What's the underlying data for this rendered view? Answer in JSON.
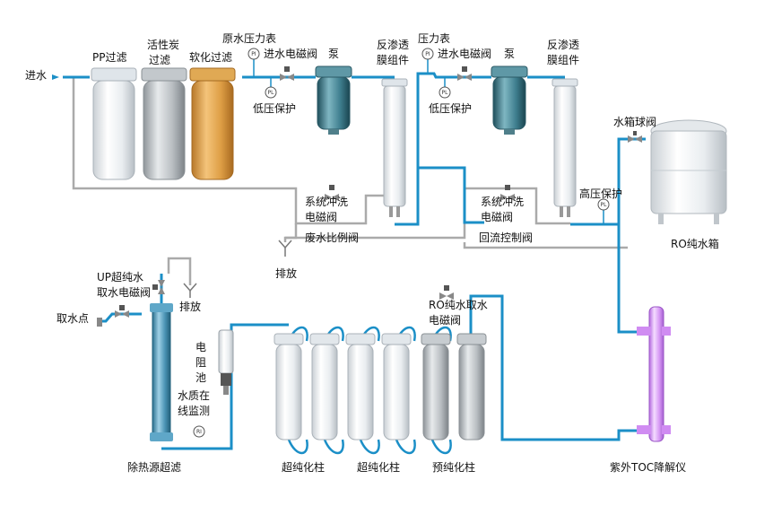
{
  "labels": {
    "inlet": "进水",
    "pp_filter": "PP过滤",
    "carbon_l1": "活性炭",
    "carbon_l2": "过滤",
    "softener": "软化过滤",
    "raw_gauge": "原水压力表",
    "inlet_valve1": "进水电磁阀",
    "pump1": "泵",
    "ro1_l1": "反渗透",
    "ro1_l2": "膜组件",
    "lowp1": "低压保护",
    "gauge2": "压力表",
    "inlet_valve2": "进水电磁阀",
    "pump2": "泵",
    "ro2_l1": "反渗透",
    "ro2_l2": "膜组件",
    "lowp2": "低压保护",
    "tank_valve": "水箱球阀",
    "highp": "高压保护",
    "flush1_l1": "系统冲洗",
    "flush1_l2": "电磁阀",
    "flush2_l1": "系统冲洗",
    "flush2_l2": "电磁阀",
    "waste_ratio": "废水比例阀",
    "return_ctrl": "回流控制阀",
    "drain1": "排放",
    "ro_tank": "RO纯水箱",
    "up_l1": "UP超纯水",
    "up_l2": "取水电磁阀",
    "drain2": "排放",
    "tap": "取水点",
    "ro_take_l1": "RO纯水取水",
    "ro_take_l2": "电磁阀",
    "resist_l1": "电",
    "resist_l2": "阻",
    "resist_l3": "池",
    "quality_l1": "水质在",
    "quality_l2": "线监测",
    "pyrogen": "除热源超滤",
    "ultra1": "超纯化柱",
    "ultra2": "超纯化柱",
    "pre": "预纯化柱",
    "uv_toc": "紫外TOC降解仪"
  },
  "icons": {
    "pressure_gauge": "PI",
    "low_pressure_switch": "PL",
    "resistivity_sensor": "RI"
  },
  "colors": {
    "pipe_blue": "#1b8fc7",
    "pipe_grey": "#aaaaaa",
    "softener_amber": "#d99a3c",
    "pump_teal": "#3f8a9a",
    "uv_violet": "#cc88f0"
  }
}
